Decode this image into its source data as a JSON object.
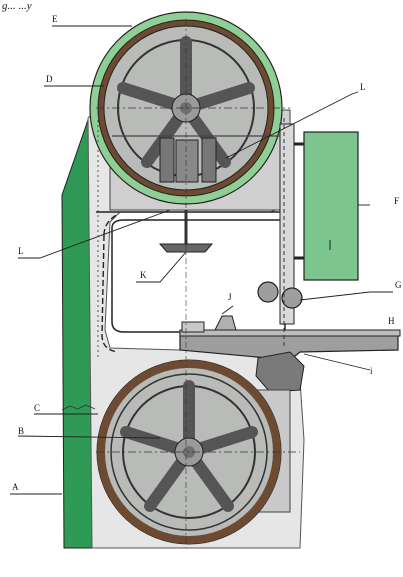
{
  "caption": "g... ...y",
  "labels": {
    "E": "E",
    "D": "D",
    "L_top": "L",
    "F": "F",
    "L_mid": "L",
    "K": "K",
    "G": "G",
    "J": "J",
    "H": "H",
    "i": "i",
    "C": "C",
    "B": "B",
    "A": "A"
  },
  "colors": {
    "frame_green": "#2f9a55",
    "frame_gray": "#e6e6e6",
    "wheel_tire": "#6d4a32",
    "wheel_rim": "#8fcf95",
    "wheel_body": "#b9bbb8",
    "panel_green": "#7cc58f",
    "outline": "#222222"
  }
}
